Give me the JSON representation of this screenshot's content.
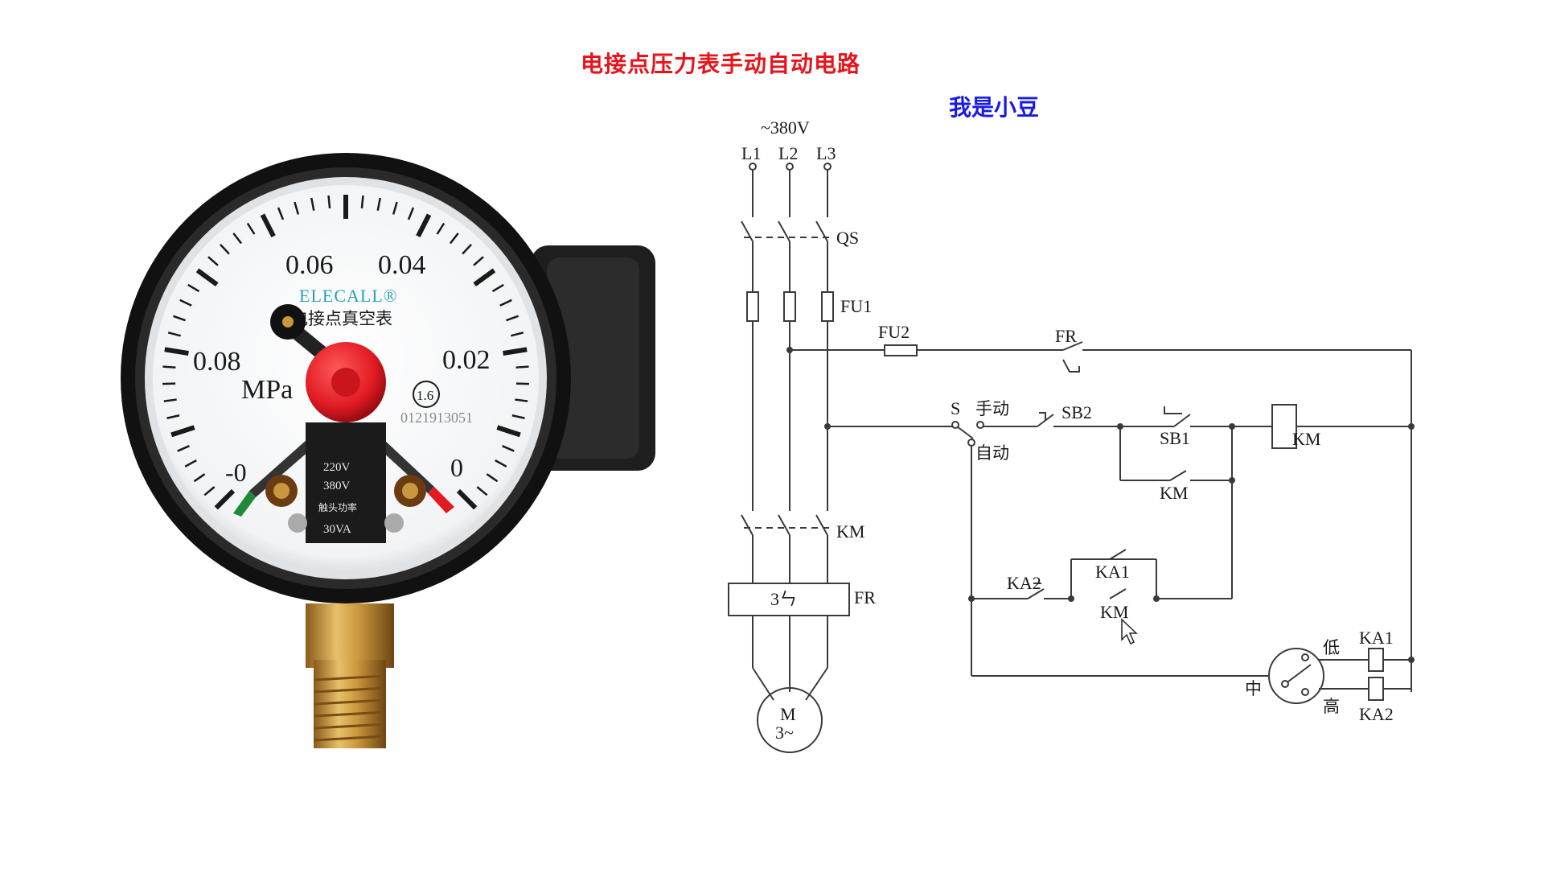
{
  "title": "电接点压力表手动自动电路",
  "author": "我是小豆",
  "gauge": {
    "brand": "ELECALL",
    "brand_mark": "®",
    "name": "电接点真空表",
    "unit": "MPa",
    "class": "1.6",
    "serial": "0121913051",
    "scale": [
      "0.06",
      "0.04",
      "0.08",
      "0.02",
      "-0",
      "0"
    ],
    "plate": [
      "220V",
      "380V",
      "触头功率",
      "30VA"
    ],
    "colors": {
      "needle_red": "#e11b22",
      "needle_green": "#1f8a3a",
      "case": "#1b1b1b",
      "brass": "#c9973e"
    }
  },
  "circuit": {
    "supply": "~380V",
    "phases": [
      "L1",
      "L2",
      "L3"
    ],
    "labels": {
      "qs": "QS",
      "fu1": "FU1",
      "fu2": "FU2",
      "fr_contact": "FR",
      "s": "S",
      "manual": "手动",
      "auto": "自动",
      "sb2": "SB2",
      "sb1": "SB1",
      "km_coil": "KM",
      "km_hold": "KM",
      "km_main": "KM",
      "fr_relay": "FR",
      "fr_symbol": "3ㄣ",
      "ka2_contact": "KA2",
      "ka1_contact": "KA1",
      "km_aux": "KM",
      "motor_m": "M",
      "motor_phase": "3~",
      "low": "低",
      "mid": "中",
      "high": "高",
      "ka1_coil": "KA1",
      "ka2_coil": "KA2"
    },
    "colors": {
      "wire": "#3a3a3a",
      "text": "#1a1a1a"
    }
  }
}
